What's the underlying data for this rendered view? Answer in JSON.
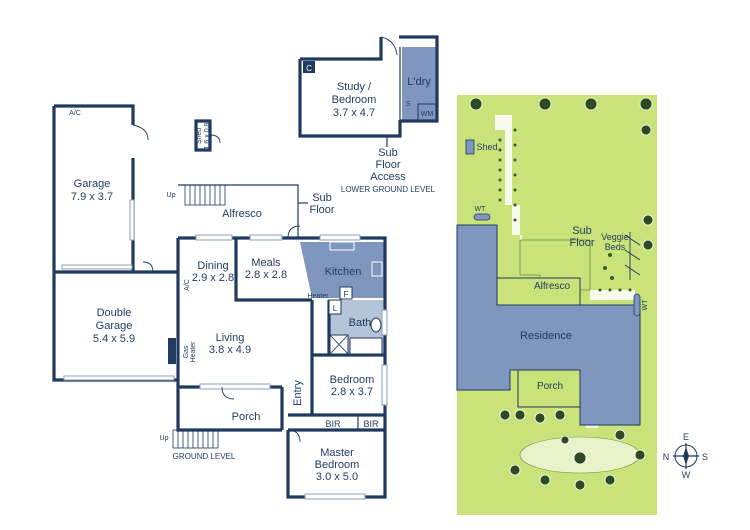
{
  "colors": {
    "wall": "#1f3a5f",
    "accent": "#7f96bf",
    "lawn": "#c9e27a",
    "tree": "#2f4a22"
  },
  "lower_ground": {
    "study": {
      "name": "Study /",
      "name2": "Bedroom",
      "size": "3.7 x 4.7"
    },
    "laundry": "L'dry",
    "c_label": "C",
    "s_label": "S",
    "wm_label": "WM",
    "sub_floor_access": [
      "Sub",
      "Floor",
      "Access"
    ],
    "level_label": "LOWER GROUND LEVEL"
  },
  "shed": {
    "name": "Shed",
    "size": "1.6 x 0.8"
  },
  "ground": {
    "ac_top": "A/C",
    "garage": {
      "name": "Garage",
      "size": "7.9 x 3.7"
    },
    "double_garage": {
      "name": "Double",
      "name2": "Garage",
      "size": "5.4 x 5.9"
    },
    "alfresco": "Alfresco",
    "sub_floor": [
      "Sub",
      "Floor"
    ],
    "up_top": "Up",
    "up_bottom": "Up",
    "dining": {
      "name": "Dining",
      "size": "2.9 x 2.8"
    },
    "meals": {
      "name": "Meals",
      "size": "2.8 x 2.8"
    },
    "kitchen": "Kitchen",
    "heater": "Heater",
    "f_label": "F",
    "l_label": "L",
    "bath": "Bath",
    "ac_side": "A/C",
    "living": {
      "name": "Living",
      "size": "3.8 x 4.9"
    },
    "gas_heater": [
      "Gas",
      "Heater"
    ],
    "bedroom": {
      "name": "Bedroom",
      "size": "2.8 x 3.7"
    },
    "entry": "Entry",
    "porch": "Porch",
    "bir1": "BIR",
    "bir2": "BIR",
    "master": {
      "name": "Master",
      "name2": "Bedroom",
      "size": "3.0 x 5.0"
    },
    "level_label": "GROUND LEVEL"
  },
  "site": {
    "shed": "Shed",
    "wt1": "WT",
    "wt2": "WT",
    "sub_floor": [
      "Sub",
      "Floor"
    ],
    "veggie_beds": [
      "Veggie",
      "Beds"
    ],
    "alfresco": "Alfresco",
    "residence": "Residence",
    "porch": "Porch"
  },
  "compass": {
    "n": "N",
    "e": "E",
    "s": "S",
    "w": "W"
  }
}
